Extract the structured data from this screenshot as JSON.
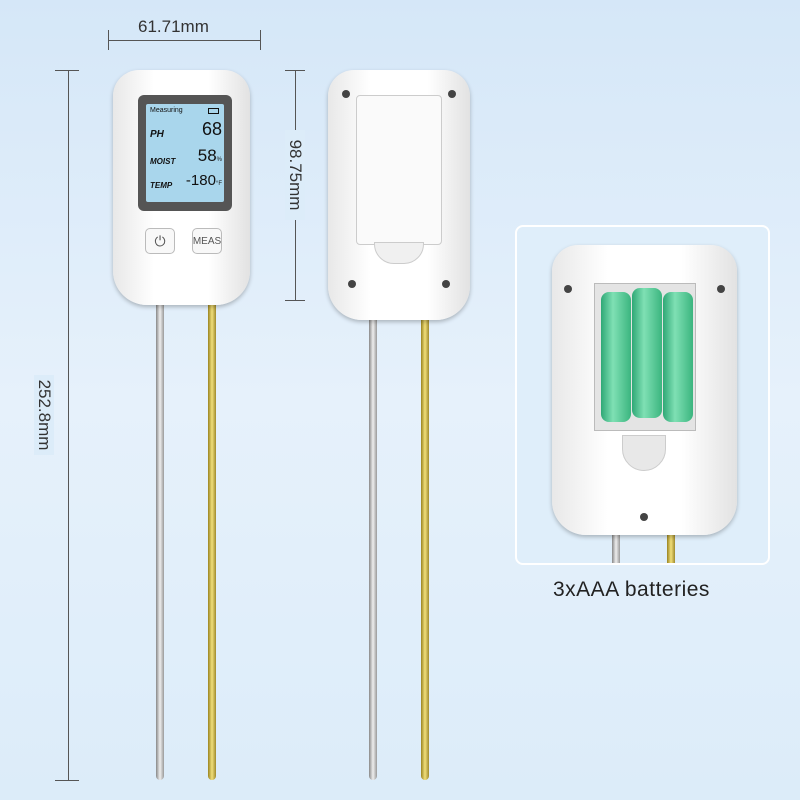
{
  "dimensions": {
    "width": "61.71mm",
    "height_total": "252.8mm",
    "height_body": "98.75mm"
  },
  "lcd": {
    "status": "Measuring",
    "rows": [
      {
        "label": "PH",
        "value": "68",
        "unit": ""
      },
      {
        "label": "MOIST",
        "value": "58",
        "unit": "%"
      },
      {
        "label": "TEMP",
        "value": "-180",
        "unit": "°F"
      }
    ]
  },
  "buttons": {
    "power": "⏻",
    "meas": "MEAS"
  },
  "caption": "3xAAA batteries",
  "colors": {
    "background": "#dcecf9",
    "lcd": "#a9d6ec",
    "battery": "#4fc895"
  }
}
